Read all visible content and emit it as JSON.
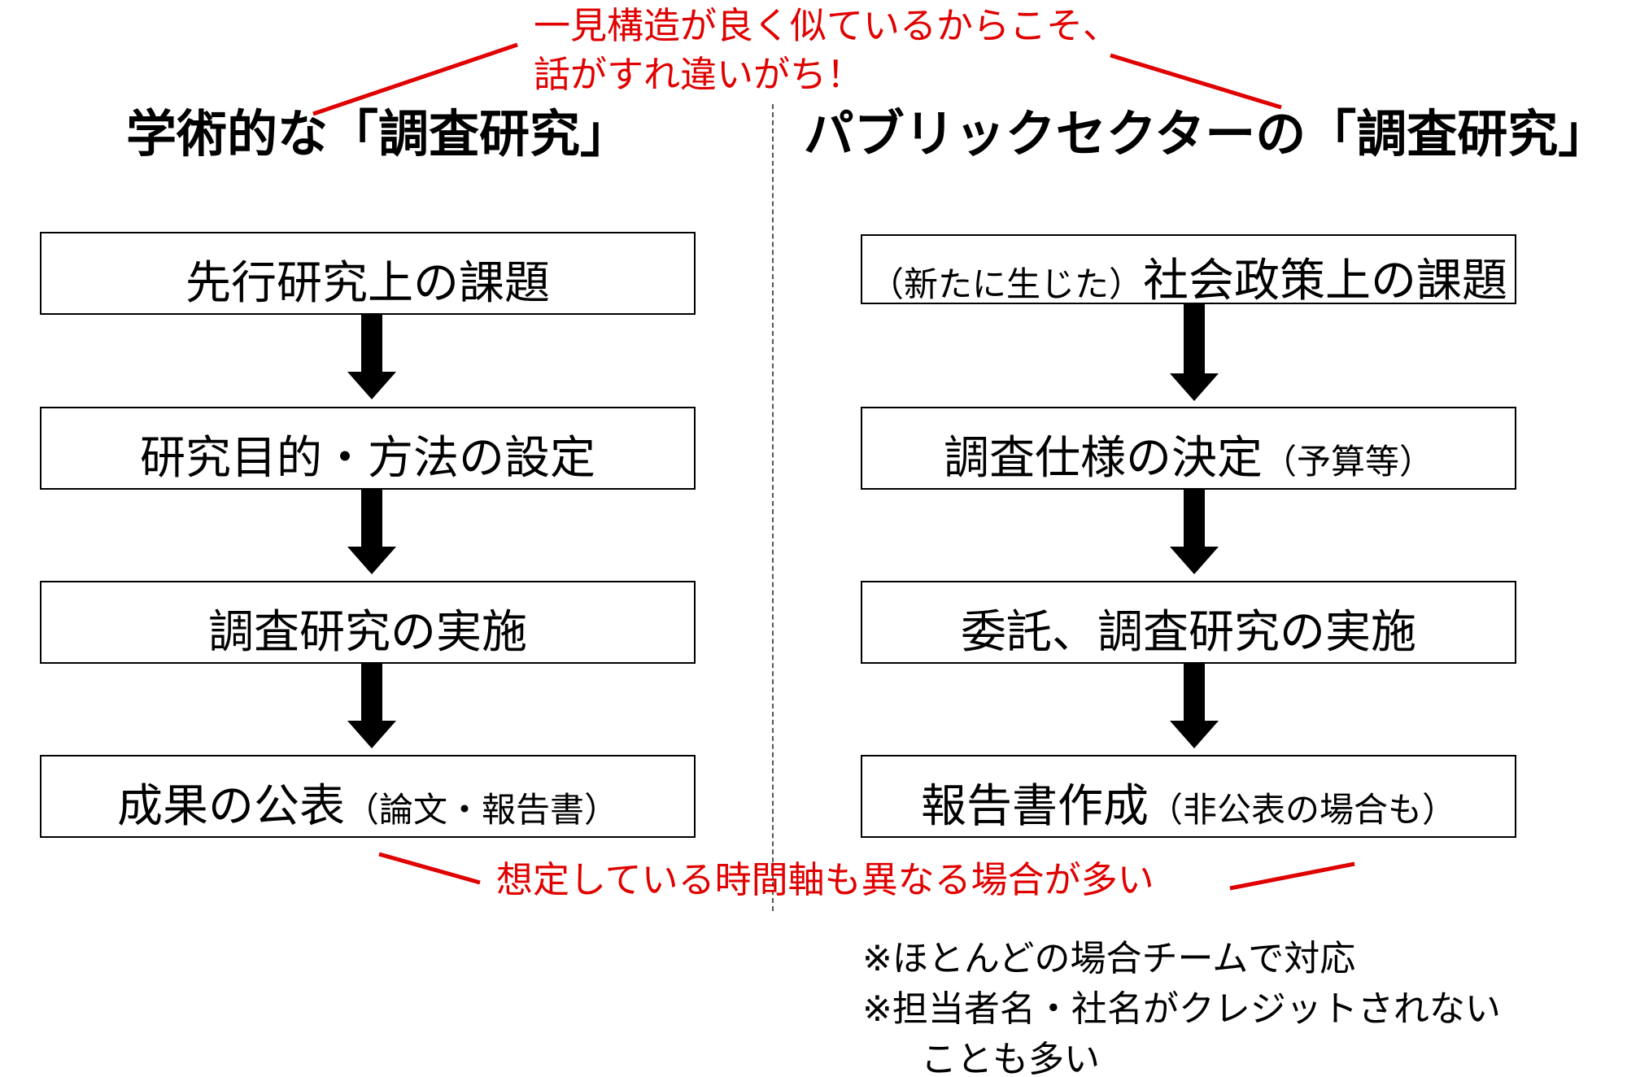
{
  "top_note": {
    "line1": "一見構造が良く似ているからこそ、",
    "line2": "話がすれ違いがち！"
  },
  "left_column": {
    "title": "学術的な「調査研究」",
    "steps": [
      {
        "main": "先行研究上の課題",
        "sub": ""
      },
      {
        "main": "研究目的・方法の設定",
        "sub": ""
      },
      {
        "main": "調査研究の実施",
        "sub": ""
      },
      {
        "main": "成果の公表",
        "sub": "（論文・報告書）"
      }
    ]
  },
  "right_column": {
    "title": "パブリックセクターの「調査研究」",
    "steps": [
      {
        "main": "社会政策上の課題",
        "sub": "（新たに生じた）"
      },
      {
        "main": "調査仕様の決定",
        "sub": "（予算等）"
      },
      {
        "main": "委託、調査研究の実施",
        "sub": ""
      },
      {
        "main": "報告書作成",
        "sub": "（非公表の場合も）"
      }
    ]
  },
  "bottom_note": "想定している時間軸も異なる場合が多い",
  "footnotes": [
    "※ほとんどの場合チームで対応",
    "※担当者名・社名がクレジットされない",
    "ことも多い"
  ],
  "colors": {
    "accent_red": "#e00000",
    "box_border": "#000000",
    "arrow": "#000000",
    "divider": "#555555"
  }
}
